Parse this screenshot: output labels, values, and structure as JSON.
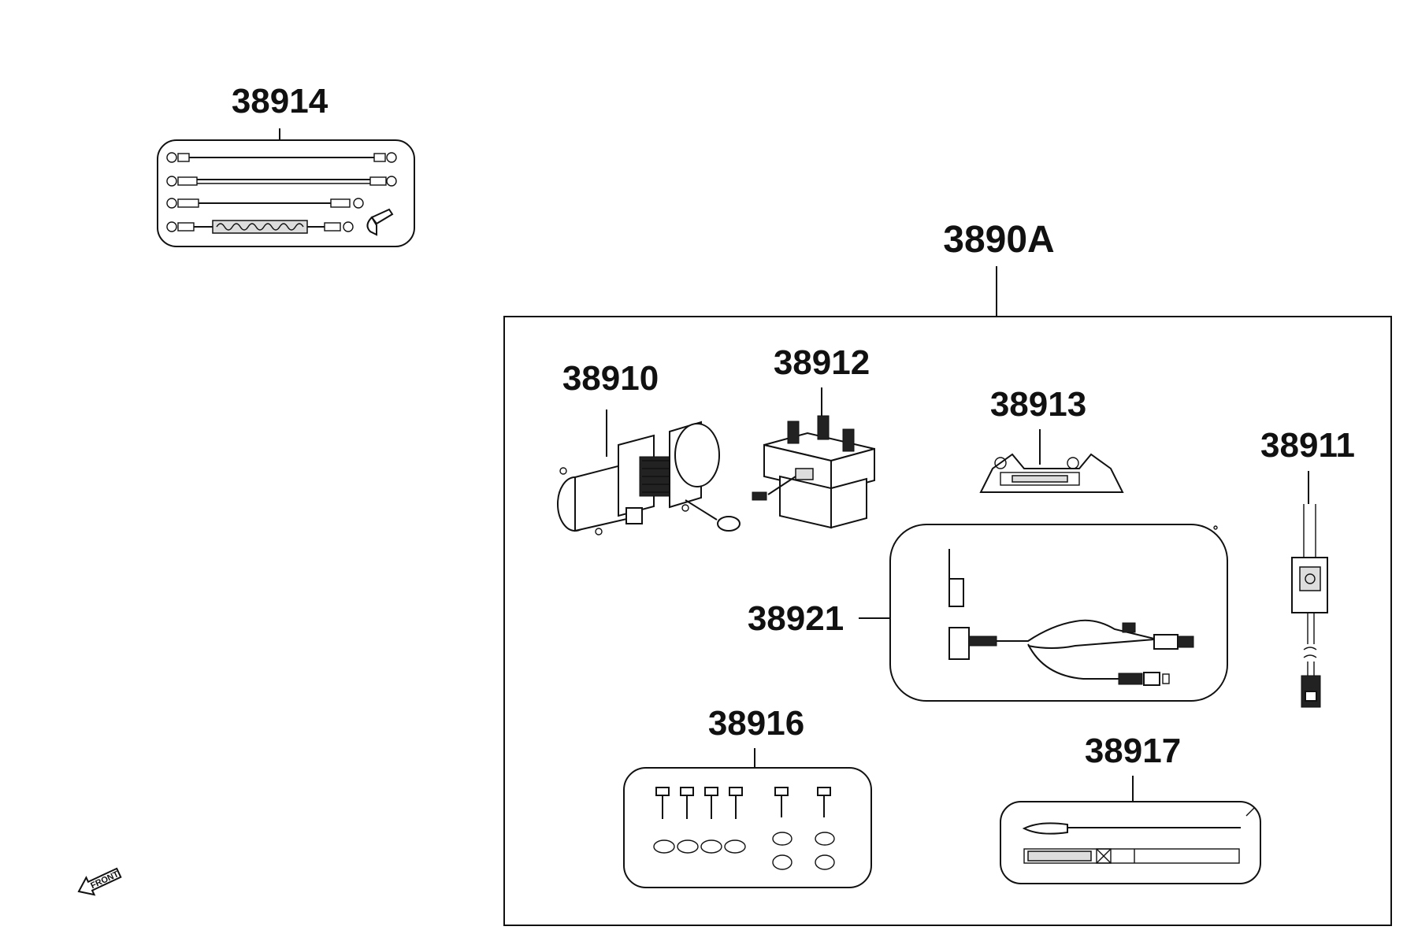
{
  "parts": {
    "p38914": "38914",
    "p3890A": "3890A",
    "p38910": "38910",
    "p38912": "38912",
    "p38913": "38913",
    "p38911": "38911",
    "p38921": "38921",
    "p38916": "38916",
    "p38917": "38917"
  },
  "front_marker": "FRONT",
  "colors": {
    "line": "#111111",
    "background": "#ffffff"
  }
}
